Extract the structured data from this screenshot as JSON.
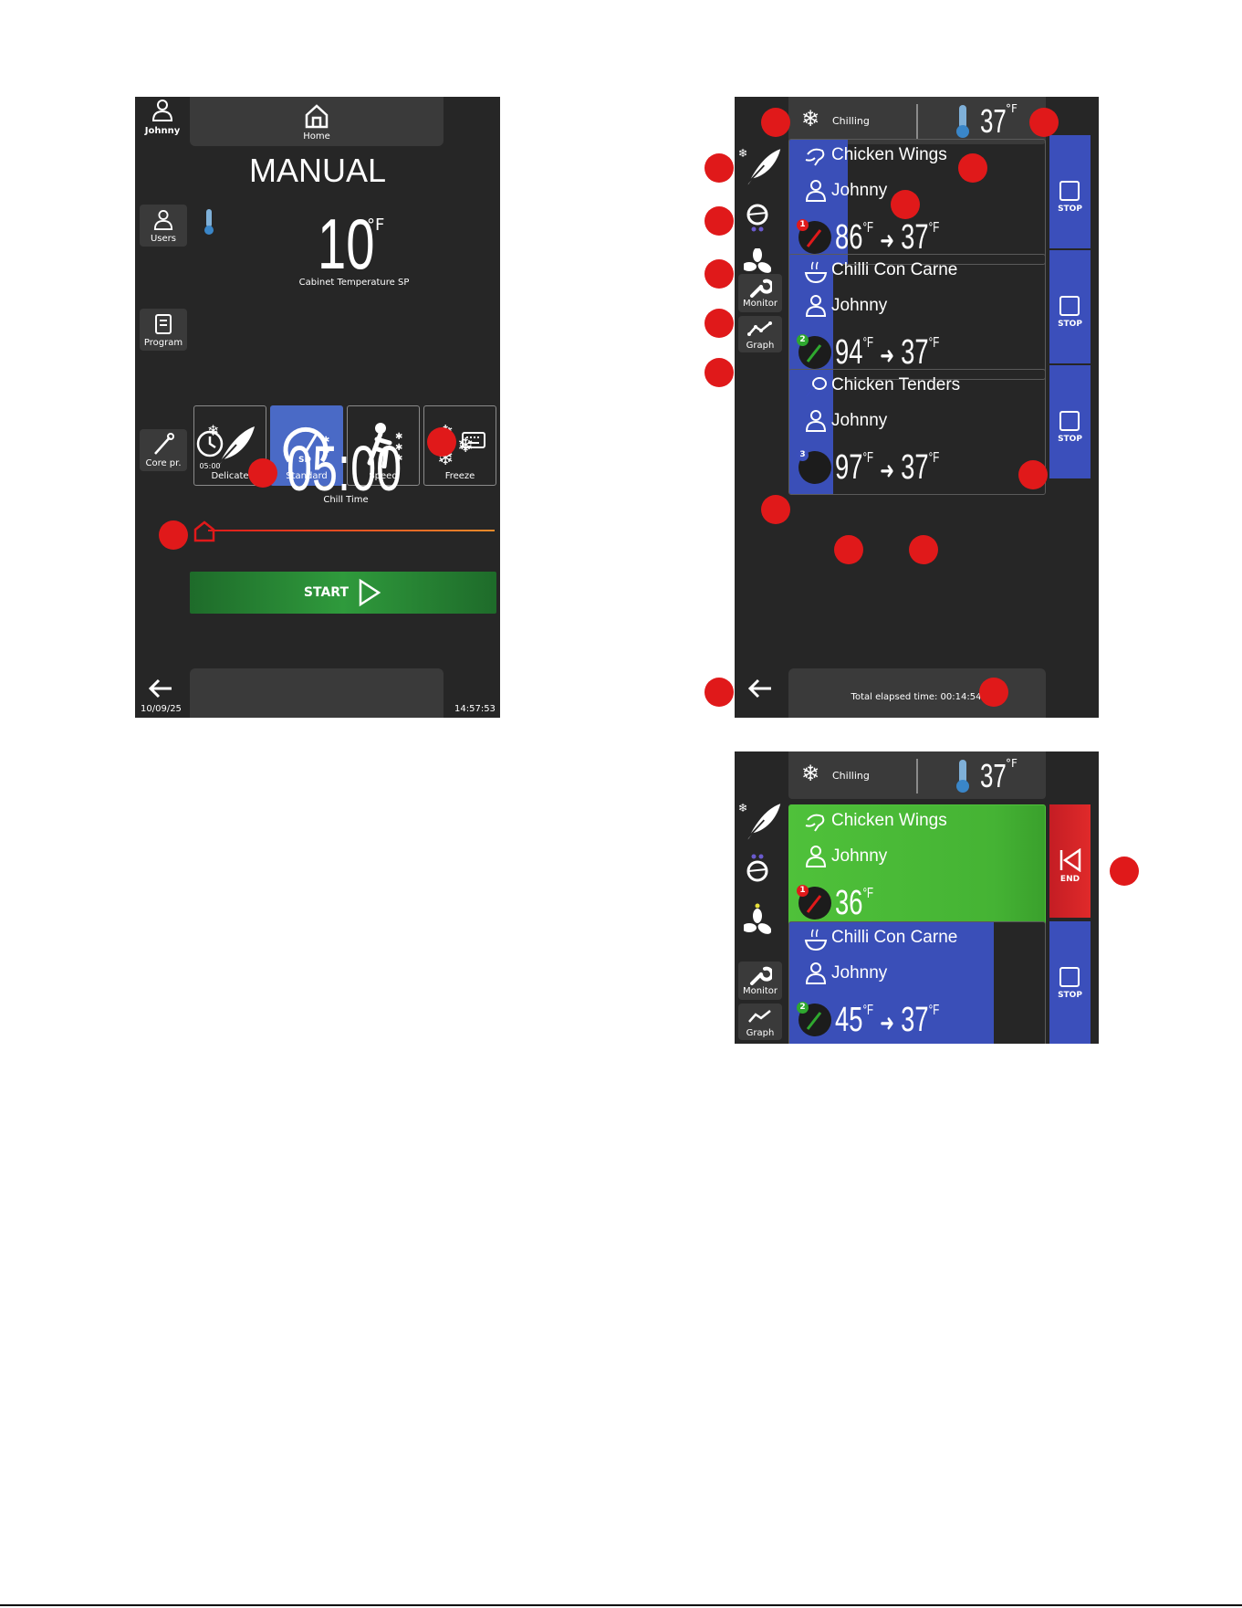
{
  "manual": {
    "user": "Johnny",
    "home_label": "Home",
    "title": "MANUAL",
    "users_label": "Users",
    "cabinet_temp": "10",
    "temp_unit": "°F",
    "cabinet_temp_label": "Cabinet Temperature SP",
    "program_label": "Program",
    "modes": [
      {
        "label": "Delicate",
        "icon": "feather-snow-icon",
        "active": false
      },
      {
        "label": "Standard",
        "icon": "speedometer-sd-icon",
        "badge": "SD",
        "active": true
      },
      {
        "label": "Speed",
        "icon": "running-chef-icon",
        "active": false
      },
      {
        "label": "Freeze",
        "icon": "snowflakes-icon",
        "active": false
      }
    ],
    "core_probe_label": "Core pr.",
    "clock_small": "05:00",
    "chill_time": "05:00",
    "chill_time_label": "Chill Time",
    "start_label": "START",
    "date": "10/09/25",
    "time": "14:57:53"
  },
  "monitor": {
    "status_label": "Chilling",
    "cabinet_temp": "37",
    "temp_unit": "°F",
    "monitor_label": "Monitor",
    "graph_label": "Graph",
    "stop_label": "STOP",
    "elapsed_label": "Total elapsed time: 00:14:54",
    "cycles": [
      {
        "name": "Chicken Wings",
        "user": "Johnny",
        "probe": "1",
        "probe_color": "#e0191a",
        "current": "86",
        "target": "37",
        "progress": 0.23
      },
      {
        "name": "Chilli Con Carne",
        "user": "Johnny",
        "probe": "2",
        "probe_color": "#2fa82f",
        "current": "94",
        "target": "37",
        "progress": 0.17
      },
      {
        "name": "Chicken Tenders",
        "user": "Johnny",
        "probe": "3",
        "probe_color": "#3b4fbb",
        "current": "97",
        "target": "37",
        "progress": 0.17
      }
    ]
  },
  "end_view": {
    "status_label": "Chilling",
    "cabinet_temp": "37",
    "temp_unit": "°F",
    "monitor_label": "Monitor",
    "graph_label": "Graph",
    "end_label": "END",
    "stop_label": "STOP",
    "cycles": [
      {
        "name": "Chicken Wings",
        "user": "Johnny",
        "probe": "1",
        "current": "36",
        "state": "done"
      },
      {
        "name": "Chilli Con Carne",
        "user": "Johnny",
        "probe": "2",
        "current": "45",
        "target": "37",
        "progress": 0.8
      }
    ]
  },
  "colors": {
    "accent_blue": "#3b4fbb",
    "done_green": "#4fc13a",
    "end_red": "#d62027",
    "start_green": "#1f7a2e"
  }
}
